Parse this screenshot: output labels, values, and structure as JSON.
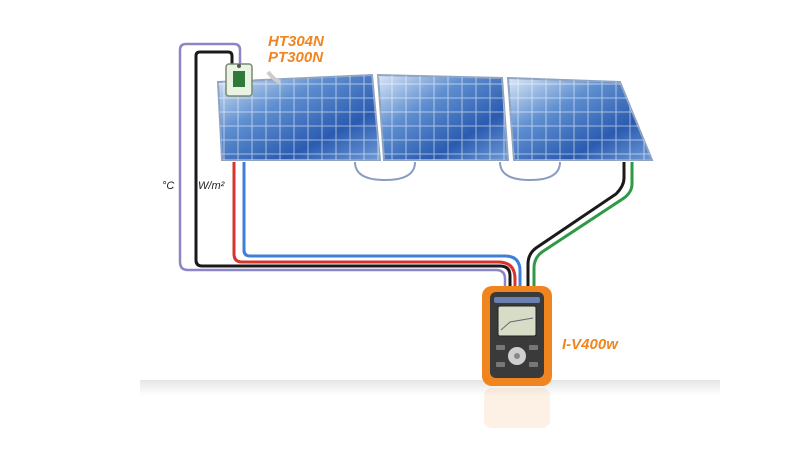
{
  "labels": {
    "sensor_model_1": "HT304N",
    "sensor_model_2": "PT300N",
    "instrument_model": "I-V400w",
    "temperature_unit": "°C",
    "irradiance_unit": "W/m²"
  },
  "colors": {
    "brand_orange": "#f0851f",
    "cable_red": "#d9342b",
    "cable_blue": "#3d7fd9",
    "cable_black": "#1a1a1a",
    "cable_green": "#2f9a45",
    "cable_lavender": "#8a86c8",
    "panel_blue": "#2a5bb0"
  },
  "components": {
    "panel_count": 3,
    "cables": [
      "temperature",
      "irradiance-red",
      "irradiance-blue",
      "pv-black",
      "pv-green"
    ]
  }
}
